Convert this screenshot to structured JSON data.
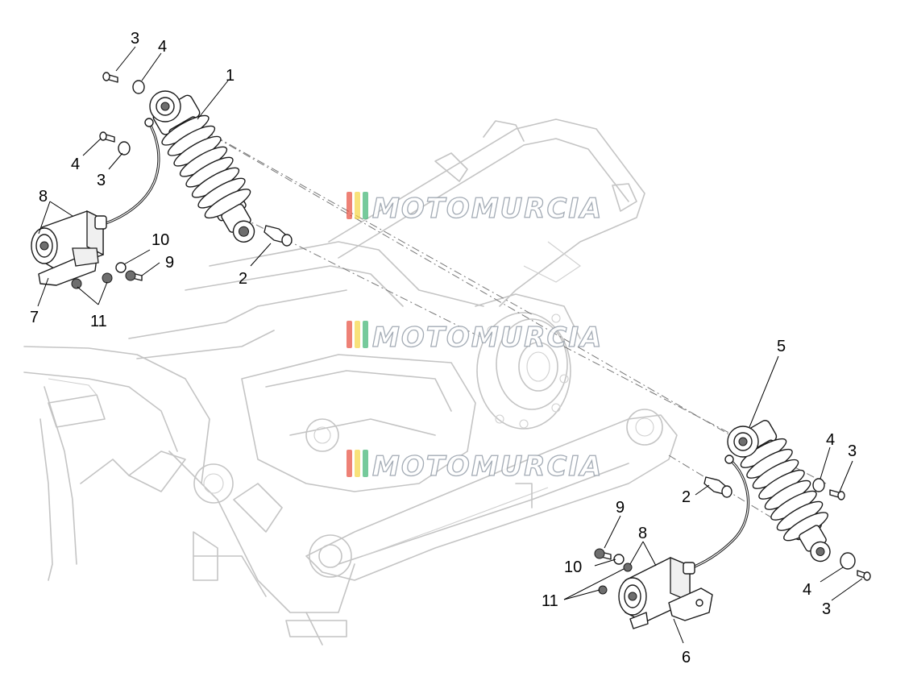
{
  "watermark": {
    "text": "MOTOMURCIA",
    "stripe_colors": [
      "#e74c3c",
      "#f5d442",
      "#3cb371"
    ]
  },
  "callouts": {
    "p1": "1",
    "p2a": "2",
    "p2b": "2",
    "p3a": "3",
    "p3b": "3",
    "p3c": "3",
    "p3d": "3",
    "p4a": "4",
    "p4b": "4",
    "p4c": "4",
    "p4d": "4",
    "p5": "5",
    "p6": "6",
    "p7": "7",
    "p8a": "8",
    "p8b": "8",
    "p9a": "9",
    "p9b": "9",
    "p10a": "10",
    "p10b": "10",
    "p11a": "11",
    "p11b": "11"
  }
}
